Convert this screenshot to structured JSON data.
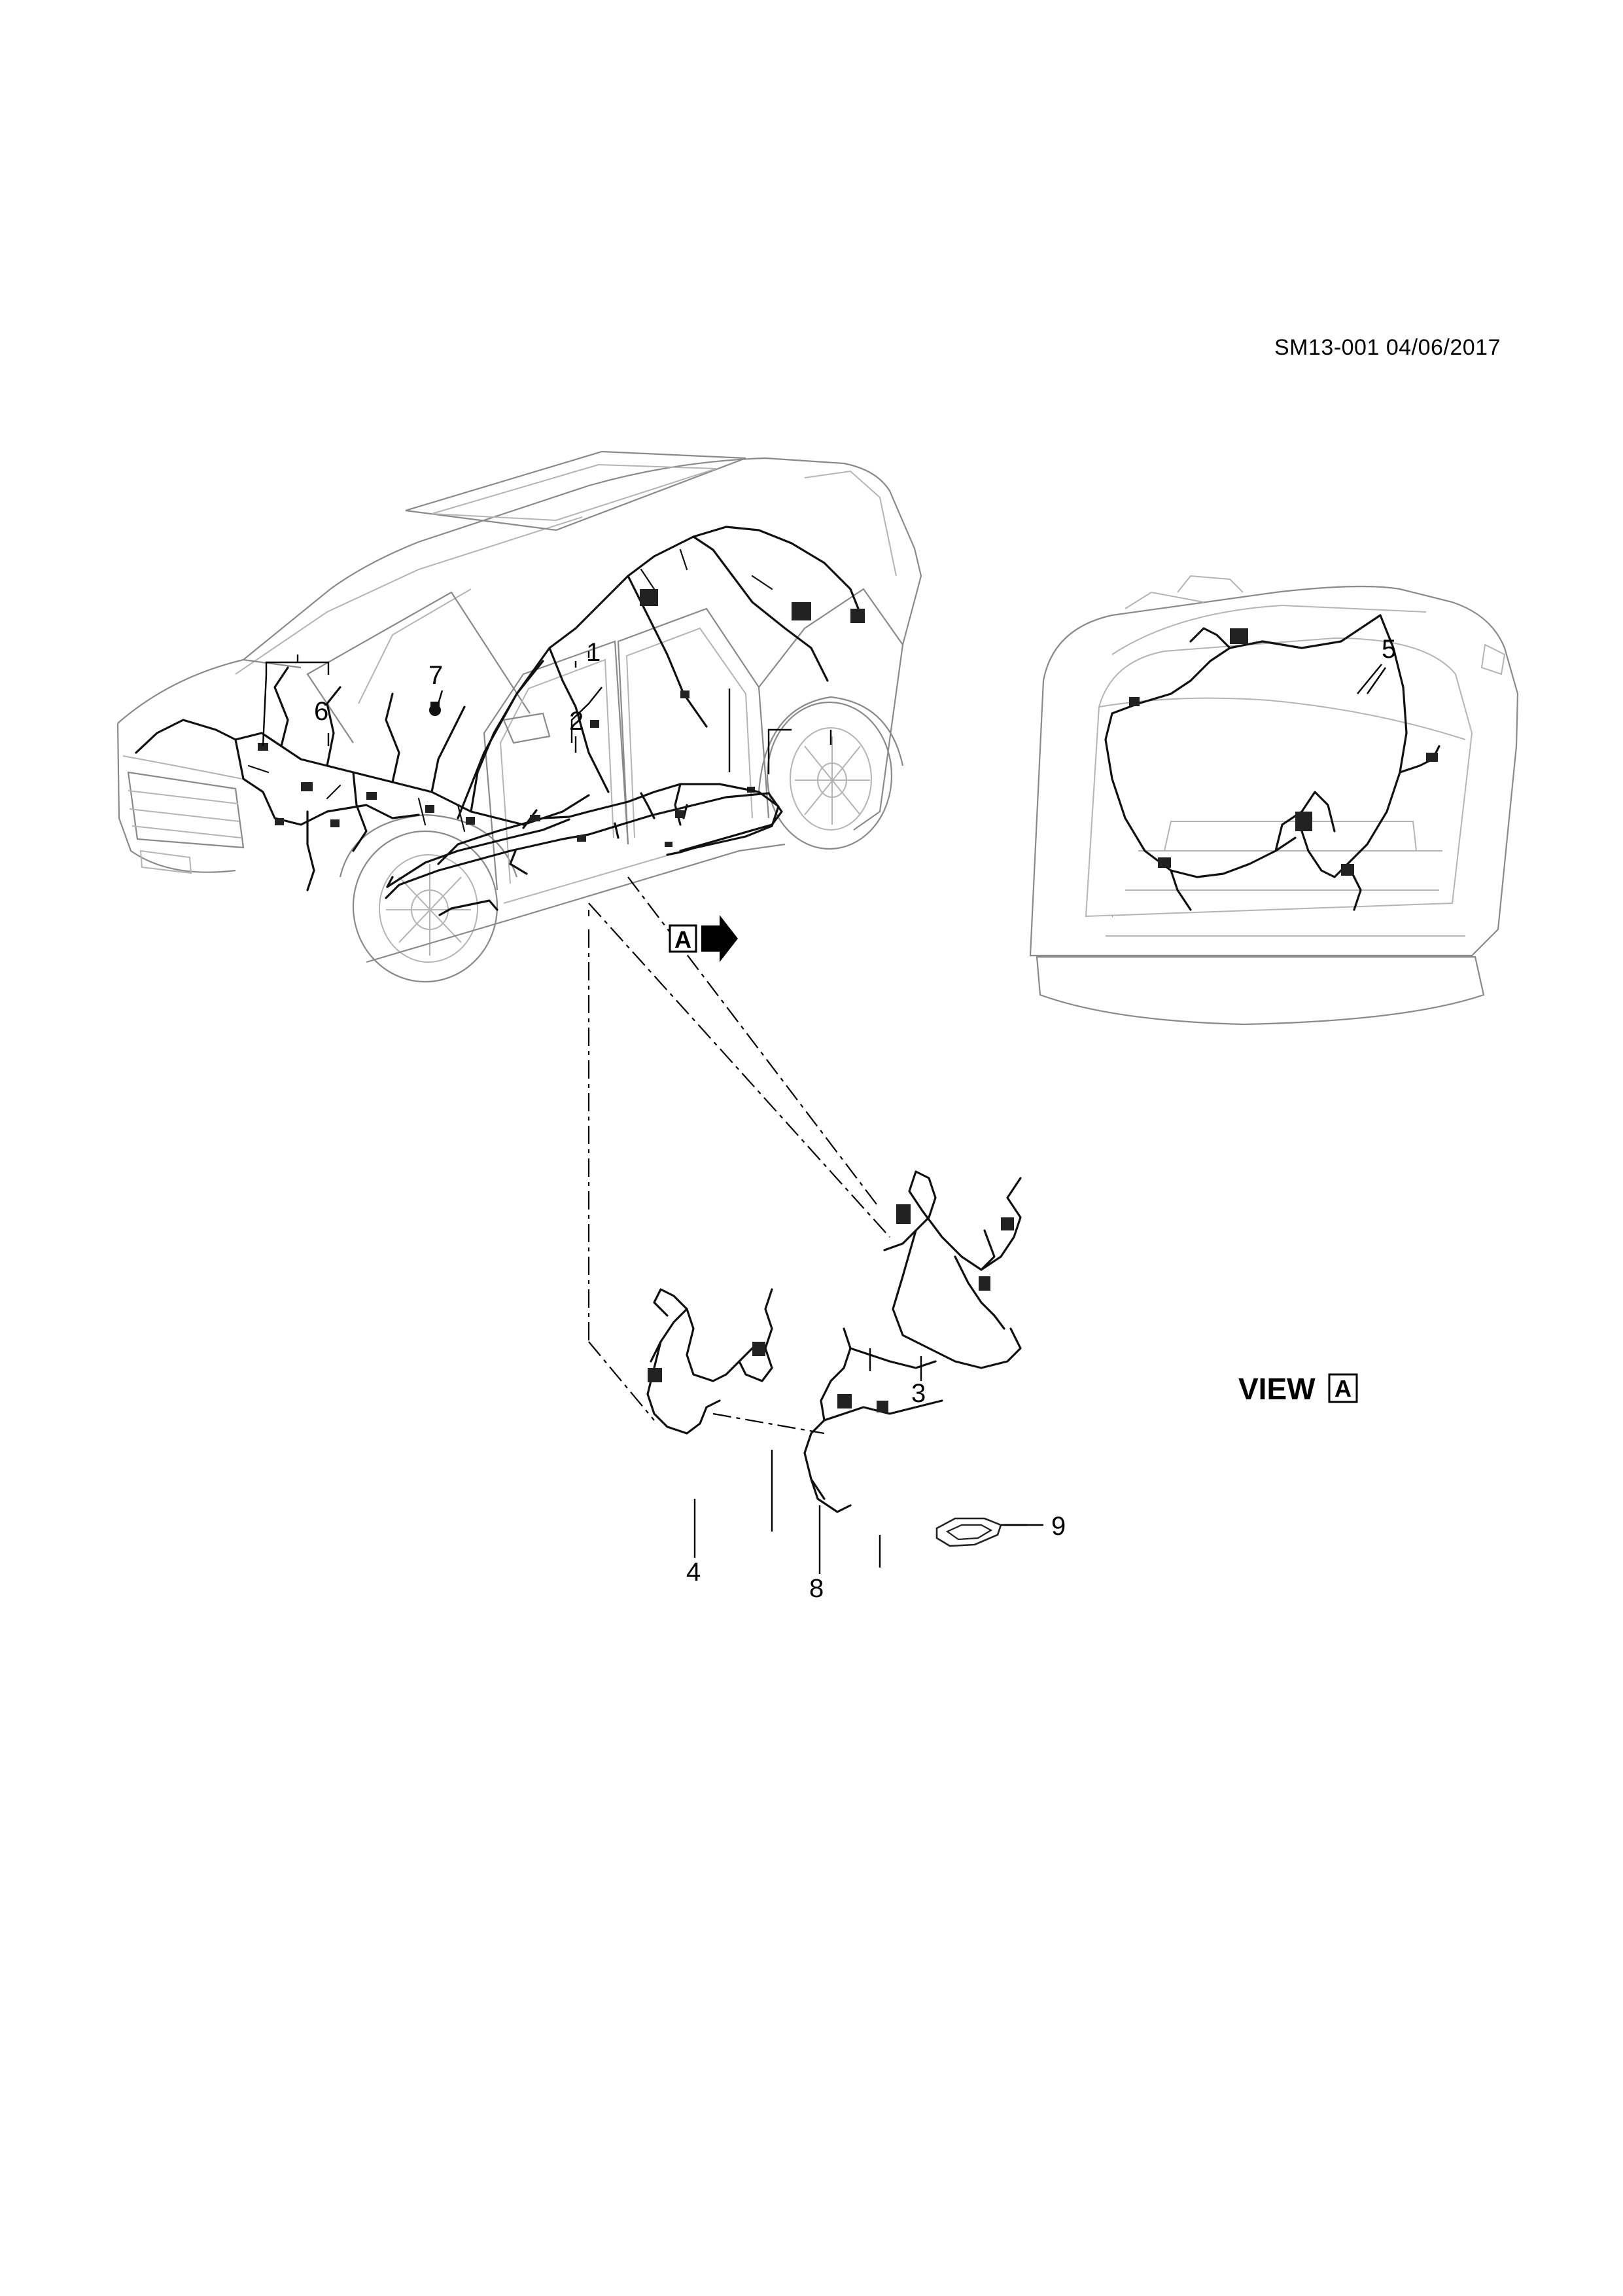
{
  "sheet": {
    "id_date": "SM13-001 04/06/2017"
  },
  "view_reference": {
    "letter": "A",
    "view_label": "VIEW",
    "view_letter": "A"
  },
  "callouts": [
    {
      "number": "1"
    },
    {
      "number": "2"
    },
    {
      "number": "3"
    },
    {
      "number": "4"
    },
    {
      "number": "5"
    },
    {
      "number": "6"
    },
    {
      "number": "7"
    },
    {
      "number": "8"
    },
    {
      "number": "9"
    }
  ]
}
